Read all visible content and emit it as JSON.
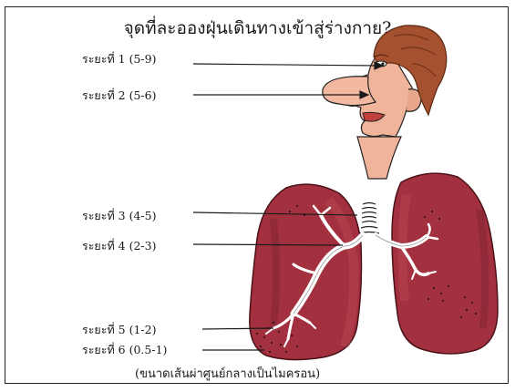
{
  "title": "จุดที่ละอองฝุ่นเดินทางเข้าสู่ร่างกาย?",
  "stages": [
    {
      "label": "ระยะที่ 1 (5-9)"
    },
    {
      "label": "ระยะที่ 2 (5-6)"
    },
    {
      "label": "ระยะที่ 3 (4-5)"
    },
    {
      "label": "ระยะที่ 4 (2-3)"
    },
    {
      "label": "ระยะที่ 5 (1-2)"
    },
    {
      "label": "ระยะที่ 6 (0.5-1)"
    }
  ],
  "footnote": "(ขนาดเส้นผ่าศูนย์กลางเป็นไมครอน)",
  "colors": {
    "hair": "#a5502e",
    "skin": "#f0b49a",
    "lung": "#a2303e",
    "lung_dark": "#6a1c26",
    "airway": "#ffffff"
  }
}
